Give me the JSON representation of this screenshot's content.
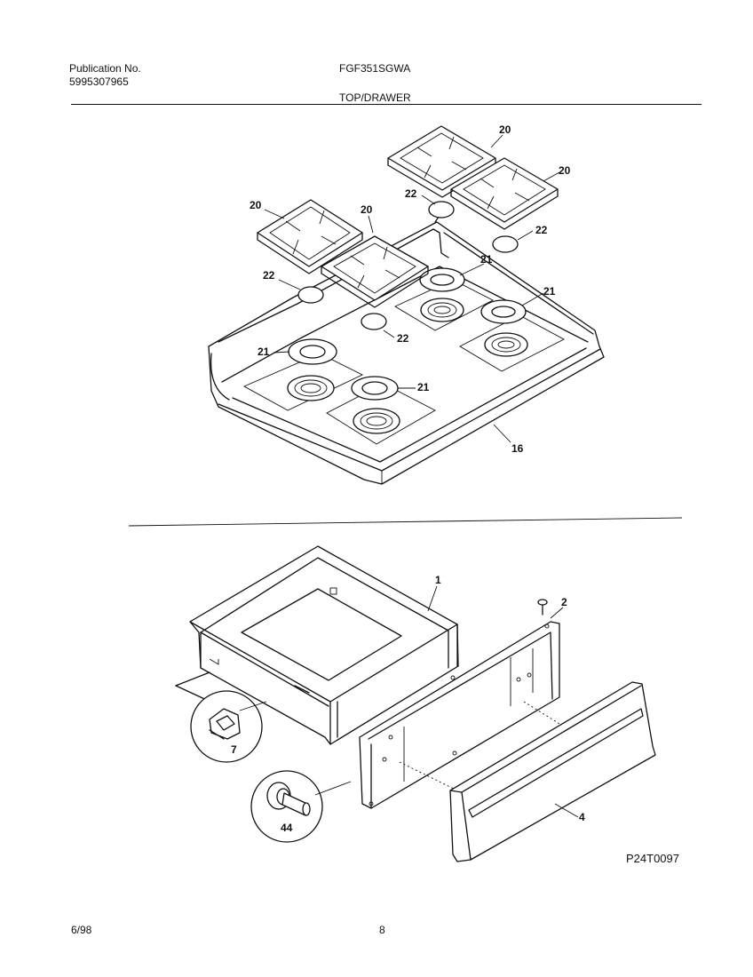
{
  "header": {
    "publication_label": "Publication No.",
    "publication_number": "5995307965",
    "model": "FGF351SGWA",
    "section_title": "TOP/DRAWER"
  },
  "callouts": {
    "grate_a": "20",
    "grate_b": "20",
    "grate_c": "20",
    "grate_d": "20",
    "cap_a": "22",
    "cap_b": "22",
    "cap_c": "22",
    "cap_d": "22",
    "ring_a": "21",
    "ring_b": "21",
    "ring_c": "21",
    "ring_d": "21",
    "cooktop": "16",
    "drawer_body": "1",
    "drawer_frame": "2",
    "drawer_front": "4",
    "glide": "7",
    "roller": "44"
  },
  "figure_id": "P24T0097",
  "footer": {
    "date": "6/98",
    "page": "8"
  }
}
